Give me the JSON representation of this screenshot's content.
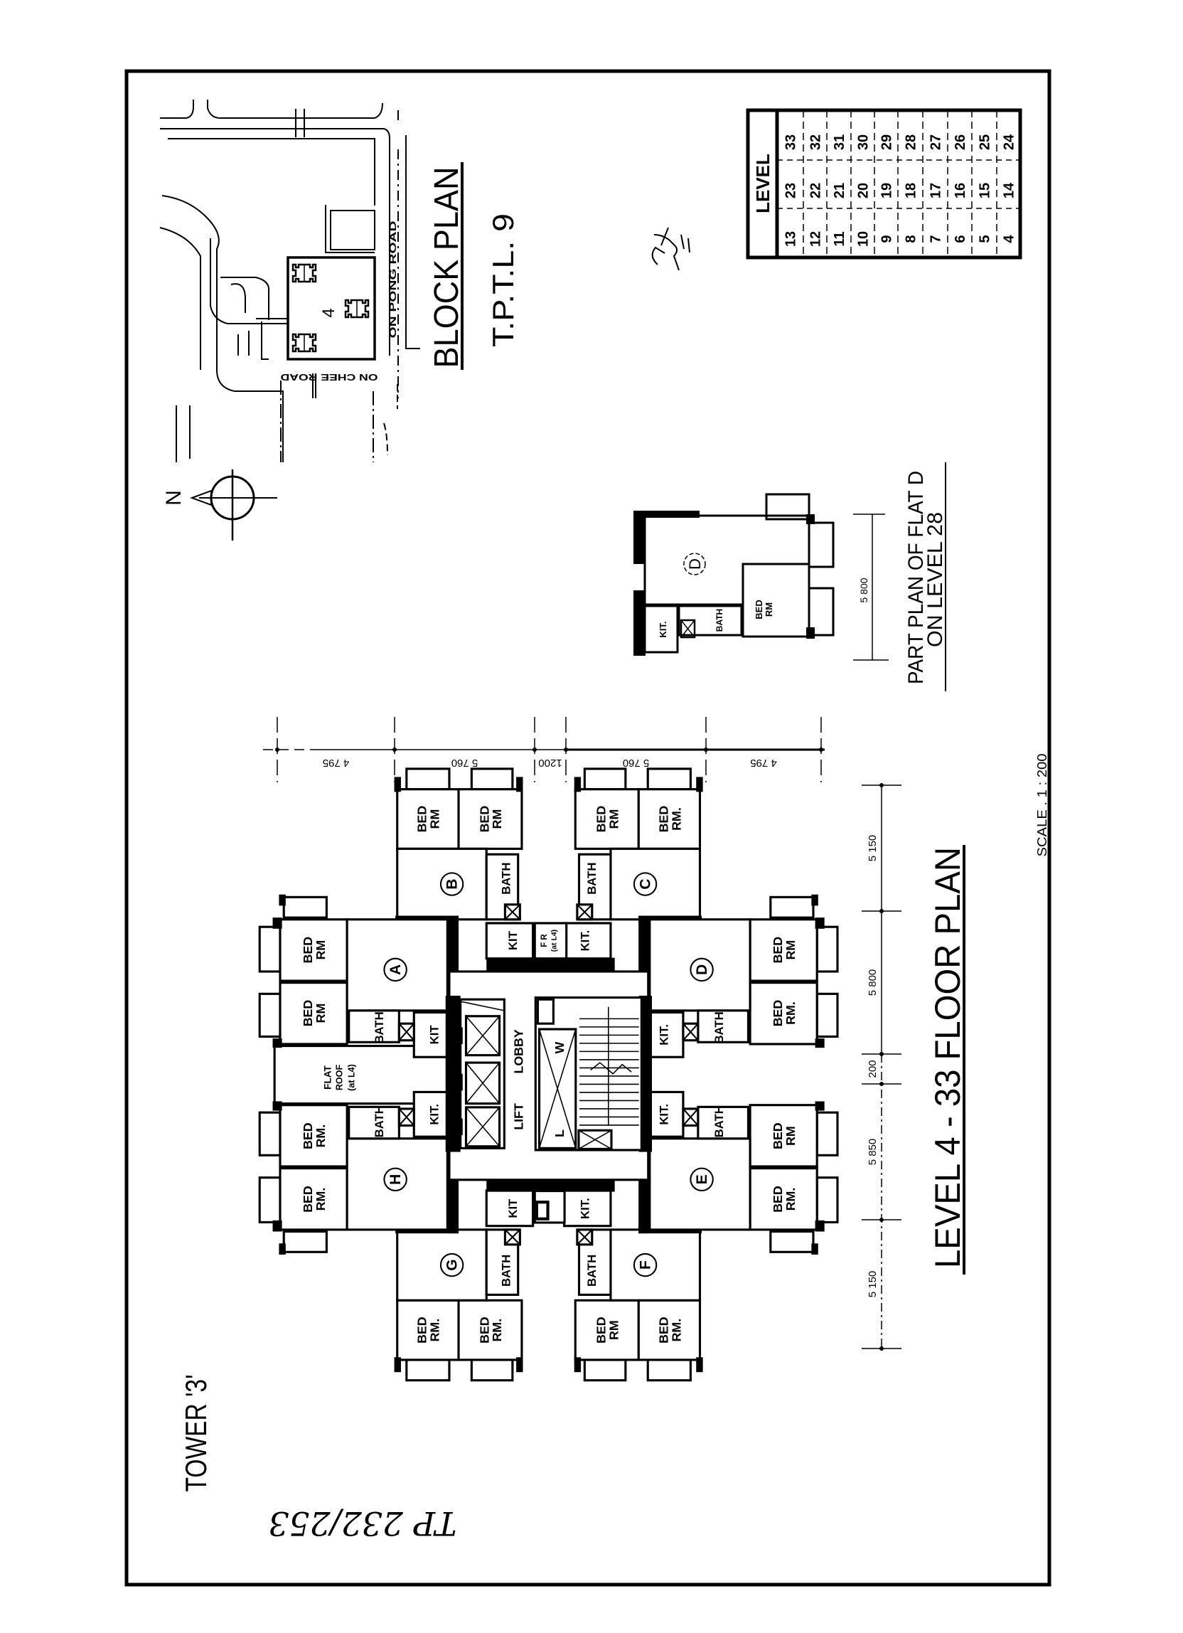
{
  "block_plan": {
    "title": "BLOCK PLAN",
    "lot": "T.P.T.L. 9",
    "north": "N",
    "site_number": "4",
    "road_east": "ON PONG ROAD",
    "road_south": "ON CHEE ROAD"
  },
  "level_table": {
    "header": "LEVEL",
    "rows": [
      [
        "13",
        "23",
        "33"
      ],
      [
        "12",
        "22",
        "32"
      ],
      [
        "11",
        "21",
        "31"
      ],
      [
        "10",
        "20",
        "30"
      ],
      [
        "9",
        "19",
        "29"
      ],
      [
        "8",
        "18",
        "28"
      ],
      [
        "7",
        "17",
        "27"
      ],
      [
        "6",
        "16",
        "26"
      ],
      [
        "5",
        "15",
        "25"
      ],
      [
        "4",
        "14",
        "24"
      ]
    ]
  },
  "part_plan": {
    "title_line1": "PART PLAN OF FLAT D",
    "title_line2": "ON LEVEL 28",
    "dimension": "5 800",
    "flat": "D",
    "bed": [
      "BED",
      "RM"
    ],
    "bath": "BATH",
    "kit": "KIT."
  },
  "floor_plan": {
    "title": "LEVEL 4 - 33 FLOOR PLAN",
    "scale": "SCALE . 1 : 200",
    "tower": "TOWER '3'",
    "top_dimensions": [
      "4 795",
      "5 760",
      "1200",
      "5 760",
      "4 795"
    ],
    "side_dimensions": [
      "5 150",
      "5 800",
      "200",
      "5 850",
      "5 150"
    ],
    "core": {
      "lift": "LIFT",
      "lobby": "LOBBY",
      "w": "W",
      "l": "L",
      "fr": [
        "F R",
        "(at L4)"
      ],
      "flat_roof": [
        "FLAT",
        "ROOF",
        "(at L4)"
      ]
    },
    "flats": {
      "A": {
        "letter": "A",
        "bed1": [
          "BED",
          "RM"
        ],
        "bed2": [
          "BED",
          "RM"
        ],
        "bath": "BATH",
        "kit": "KIT"
      },
      "B": {
        "letter": "B",
        "bed1": [
          "BED",
          "RM"
        ],
        "bed2": [
          "BED",
          "RM"
        ],
        "bath": "BATH",
        "kit": "KIT"
      },
      "C": {
        "letter": "C",
        "bed1": [
          "BED",
          "RM."
        ],
        "bed2": [
          "BED",
          "RM"
        ],
        "bath": "BATH",
        "kit": "KIT."
      },
      "D": {
        "letter": "D",
        "bed1": [
          "BED",
          "RM"
        ],
        "bed2": [
          "BED",
          "RM."
        ],
        "bath": "BATH",
        "kit": "KIT."
      },
      "E": {
        "letter": "E",
        "bed1": [
          "BED",
          "RM."
        ],
        "bed2": [
          "BED",
          "RM"
        ],
        "bath": "BATH",
        "kit": "KIT."
      },
      "F": {
        "letter": "F",
        "bed1": [
          "BED",
          "RM."
        ],
        "bed2": [
          "BED",
          "RM"
        ],
        "bath": "BATH",
        "kit": "KIT."
      },
      "G": {
        "letter": "G",
        "bed1": [
          "BED",
          "RM."
        ],
        "bed2": [
          "BED",
          "RM."
        ],
        "bath": "BATH",
        "kit": "KIT"
      },
      "H": {
        "letter": "H",
        "bed1": [
          "BED",
          "RM."
        ],
        "bed2": [
          "BED",
          "RM."
        ],
        "bath": "BATH",
        "kit": "KIT."
      }
    }
  },
  "annotation": "TP 232/253"
}
